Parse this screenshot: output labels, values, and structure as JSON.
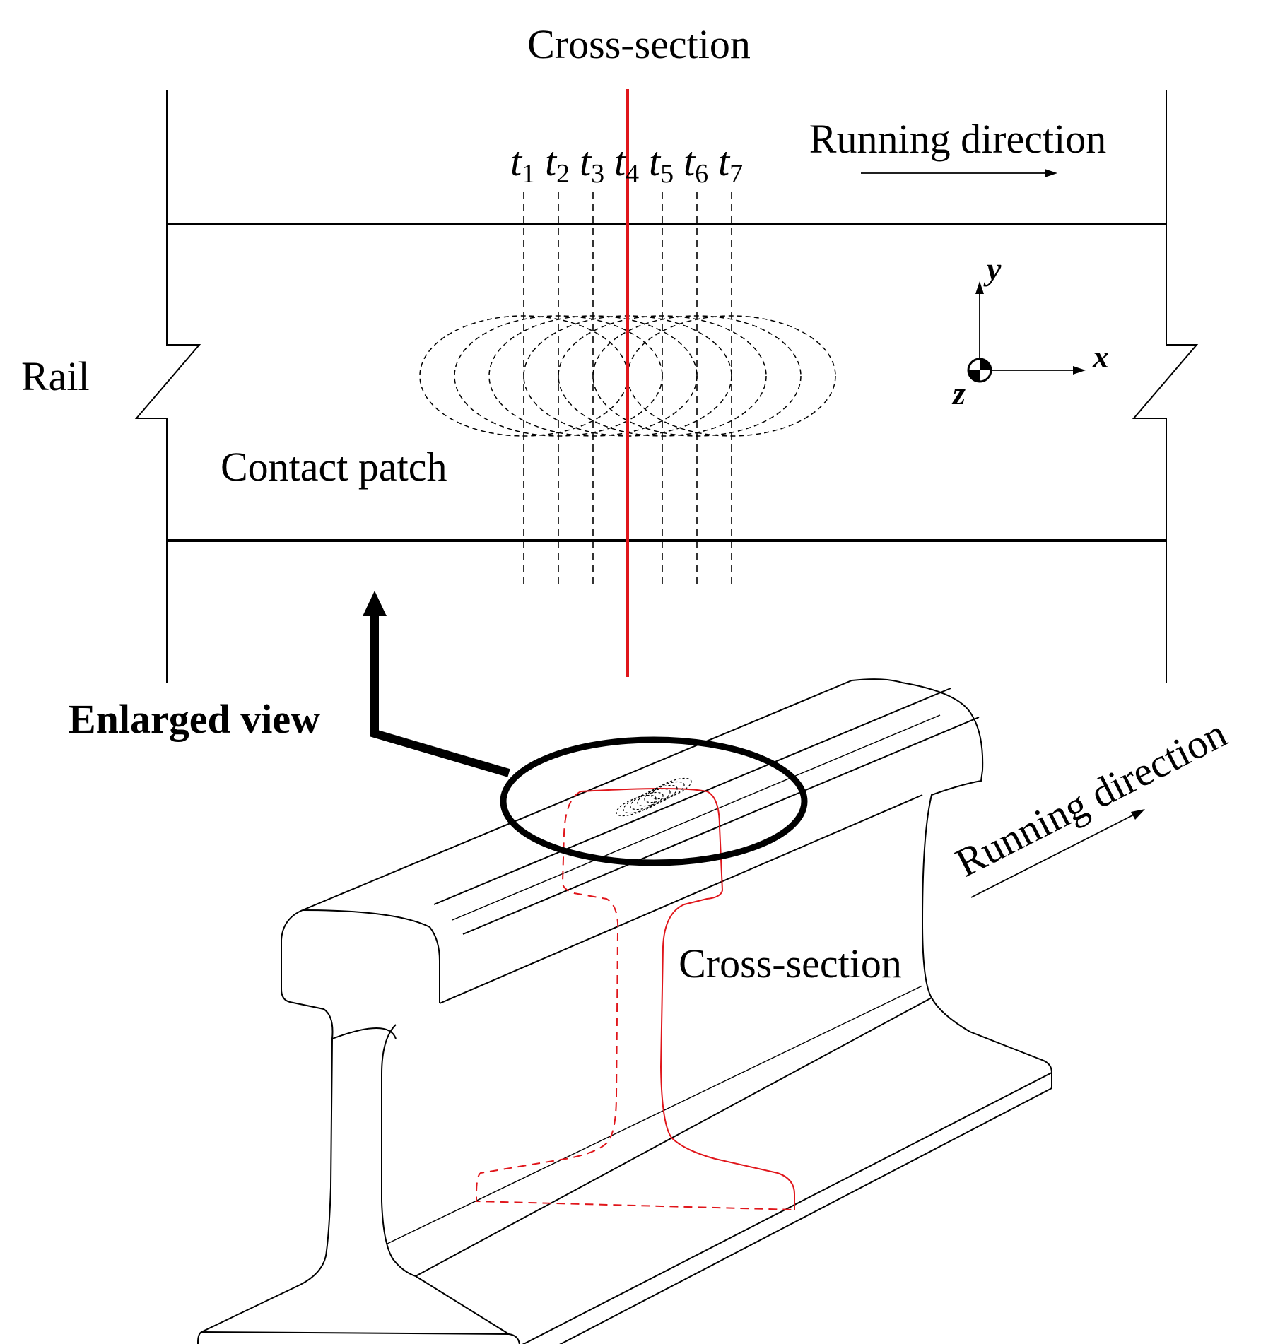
{
  "labels": {
    "cross_section_top": "Cross-section",
    "running_direction_top": "Running direction",
    "rail": "Rail",
    "contact_patch": "Contact patch",
    "enlarged_view": "Enlarged view",
    "running_direction_3d": "Running direction",
    "cross_section_3d": "Cross-section"
  },
  "time_labels": [
    {
      "base": "t",
      "sub": "1"
    },
    {
      "base": "t",
      "sub": "2"
    },
    {
      "base": "t",
      "sub": "3"
    },
    {
      "base": "t",
      "sub": "4"
    },
    {
      "base": "t",
      "sub": "5"
    },
    {
      "base": "t",
      "sub": "6"
    },
    {
      "base": "t",
      "sub": "7"
    }
  ],
  "axes": {
    "x": "x",
    "y": "y",
    "z": "z"
  },
  "colors": {
    "ink": "#000000",
    "section": "#e0161b"
  }
}
